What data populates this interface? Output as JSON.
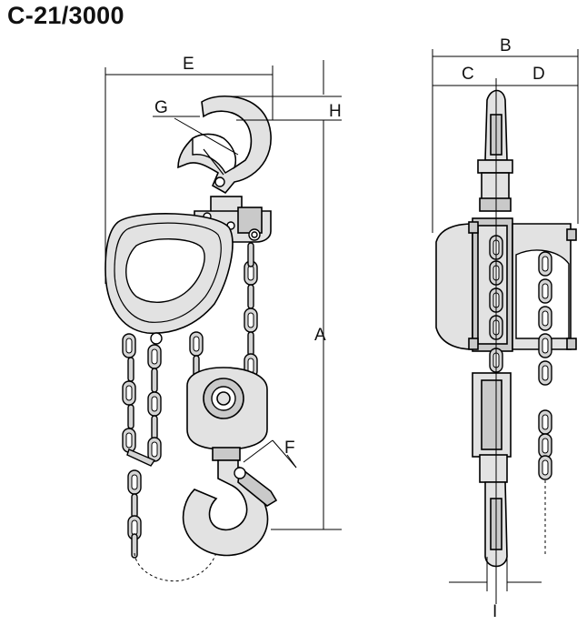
{
  "title": "C-21/3000",
  "dimensions": {
    "A": "A",
    "B": "B",
    "C": "C",
    "D": "D",
    "E": "E",
    "F": "F",
    "G": "G",
    "H": "H",
    "I": "I"
  }
}
